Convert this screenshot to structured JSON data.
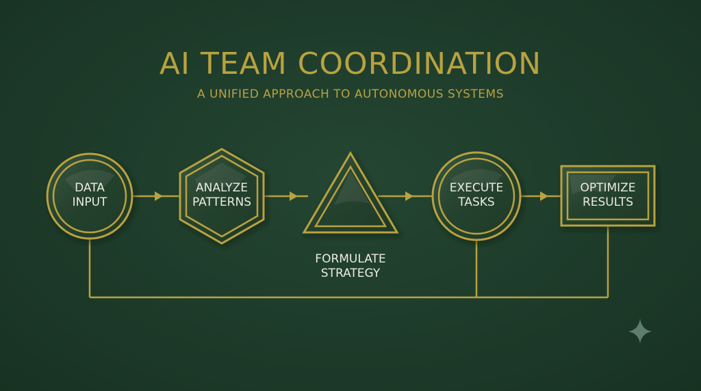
{
  "header": {
    "title": "AI TEAM COORDINATION",
    "subtitle": "A UNIFIED APPROACH TO AUTONOMOUS SYSTEMS"
  },
  "colors": {
    "background": "#1e3b2a",
    "gold": "#b9a241",
    "label": "#ececdf",
    "sparkle": "#5f7d6c"
  },
  "nodes": [
    {
      "id": "data-input",
      "shape": "circle",
      "lines": [
        "DATA",
        "INPUT"
      ]
    },
    {
      "id": "analyze-patterns",
      "shape": "hexagon",
      "lines": [
        "ANALYZE",
        "PATTERNS"
      ]
    },
    {
      "id": "formulate-strategy",
      "shape": "triangle",
      "lines": [
        "FORMULATE",
        "STRATEGY"
      ]
    },
    {
      "id": "execute-tasks",
      "shape": "circle",
      "lines": [
        "EXECUTE",
        "TASKS"
      ]
    },
    {
      "id": "optimize-results",
      "shape": "rectangle",
      "lines": [
        "OPTIMIZE",
        "RESULTS"
      ]
    }
  ],
  "decoration": {
    "corner_icon": "sparkle-icon"
  }
}
